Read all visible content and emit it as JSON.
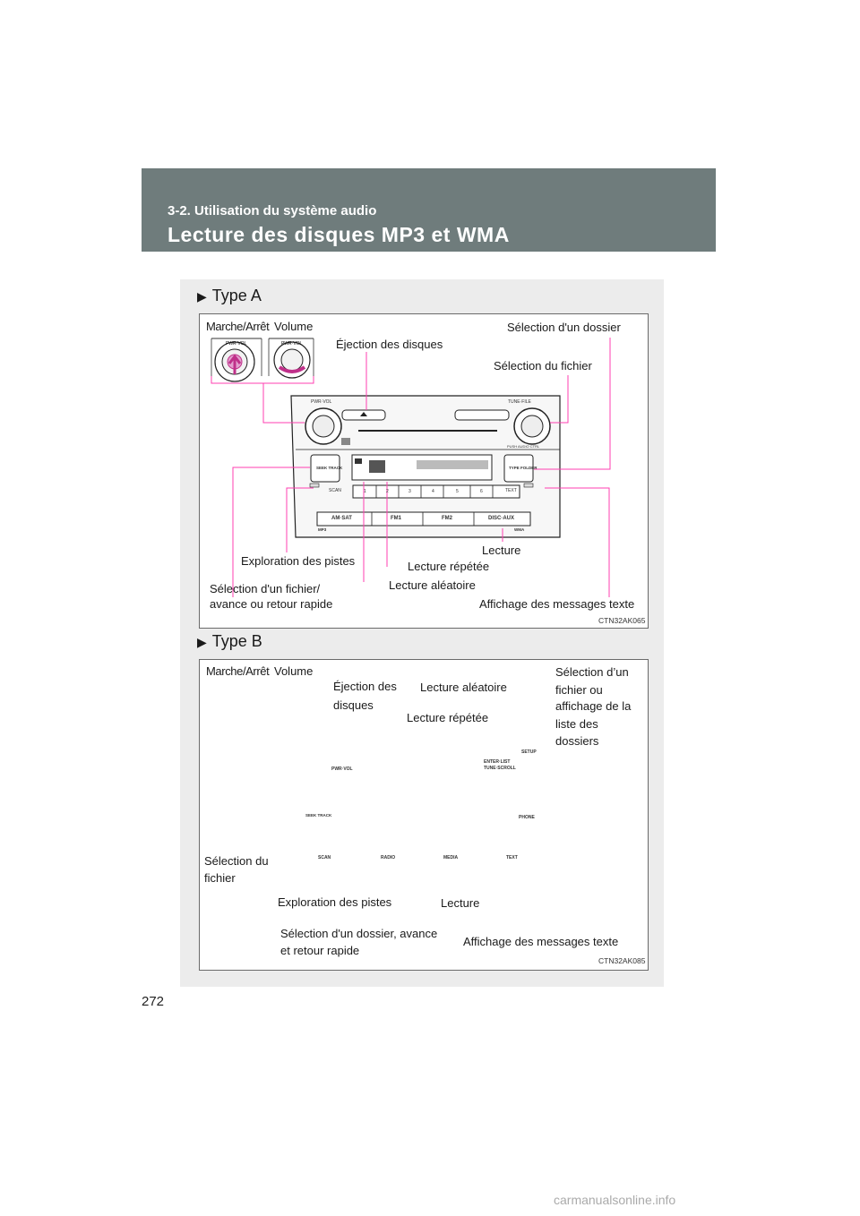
{
  "header": {
    "section": "3-2. Utilisation du système audio",
    "title": "Lecture des disques MP3 et WMA"
  },
  "page_number": "272",
  "watermark": "carmanualsonline.info",
  "type_a": {
    "label": "Type A",
    "code": "CTN32AK065",
    "labels": {
      "power": "Marche/Arrêt",
      "volume": "Volume",
      "eject": "Éjection des disques",
      "folder": "Sélection d'un dossier",
      "file": "Sélection du fichier",
      "play": "Lecture",
      "scan": "Exploration des pistes",
      "repeat": "Lecture répétée",
      "seek_line1": "Sélection d'un fichier/",
      "seek_line2": "avance ou retour rapide",
      "random": "Lecture aléatoire",
      "text": "Affichage des messages texte"
    },
    "device": {
      "pwr_vol": "PWR·VOL",
      "tune_file": "TUNE·FILE",
      "push_audio": "PUSH AUDIO CTRL",
      "seek_track": "SEEK TRACK",
      "type_folder": "TYPE FOLDER",
      "scan_btn": "SCAN",
      "text_btn": "TEXT",
      "presets": [
        "1",
        "2",
        "3",
        "4",
        "5",
        "6"
      ],
      "bottom_buttons": [
        "AM·SAT",
        "FM1",
        "FM2",
        "DISC·AUX"
      ],
      "mp3": "MP3",
      "wma": "WMA"
    }
  },
  "type_b": {
    "label": "Type B",
    "code": "CTN32AK085",
    "labels": {
      "power": "Marche/Arrêt",
      "volume": "Volume",
      "eject_line1": "Éjection des",
      "eject_line2": "disques",
      "random": "Lecture aléatoire",
      "repeat": "Lecture répétée",
      "folder_list": [
        "Sélection d’un",
        "fichier ou",
        "affichage de la",
        "liste des",
        "dossiers"
      ],
      "file_line1": "Sélection du",
      "file_line2": "fichier",
      "scan": "Exploration des pistes",
      "play": "Lecture",
      "folder_seek_line1": "Sélection d'un dossier, avance",
      "folder_seek_line2": "et retour rapide",
      "text": "Affichage des messages texte"
    },
    "device": {
      "pwr_vol": "PWR·VOL",
      "enter_list": "ENTER·LIST",
      "tune_scroll": "TUNE·SCROLL",
      "setup": "SETUP",
      "seek_track": "SEEK TRACK",
      "phone": "PHONE",
      "bottom_buttons": [
        "SCAN",
        "RADIO",
        "MEDIA",
        "TEXT"
      ]
    }
  },
  "colors": {
    "header_bg": "#6f7c7c",
    "callout": "#ff3fb0",
    "box_bg": "#ececec"
  }
}
